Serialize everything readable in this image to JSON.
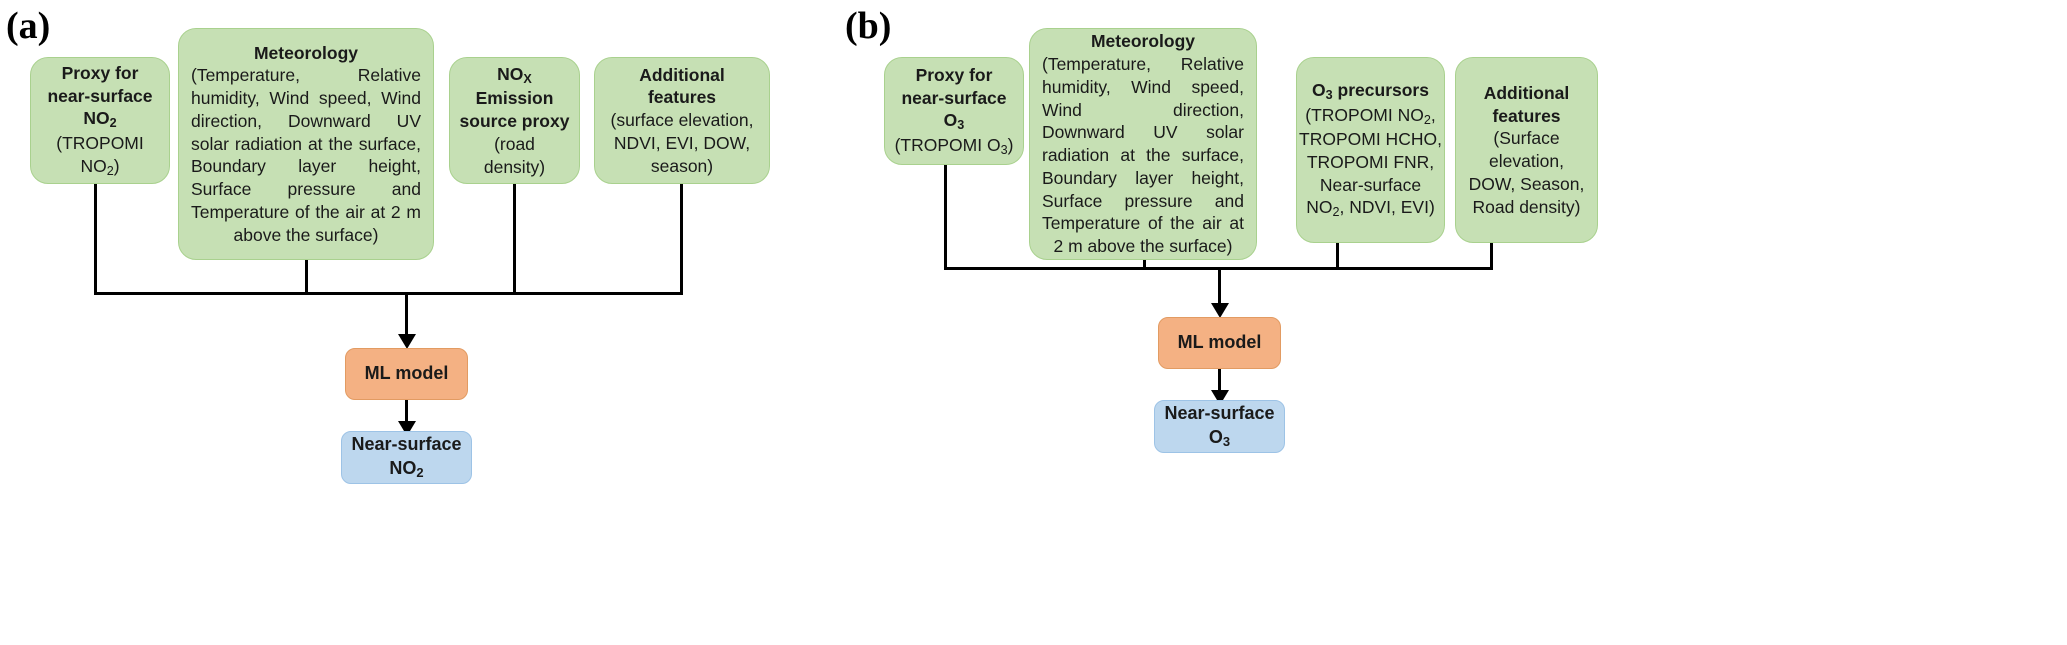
{
  "panels": [
    {
      "label": "(a)",
      "boxes": {
        "proxy": {
          "title_line1": "Proxy for",
          "title_line2": "near-surface",
          "title_line3": "NO",
          "title_line3_sub": "2",
          "sub_line1": "(TROPOMI",
          "sub_line2": "NO",
          "sub_line2_sub": "2",
          "sub_line2_tail": ")"
        },
        "meteorology": {
          "title": "Meteorology",
          "body": "(Temperature, Relative humidity, Wind speed, Wind direction, Downward UV solar radiation at the surface, Boundary layer height, Surface pressure and Temperature of the air at 2 m above the surface)"
        },
        "emission": {
          "title_line1": "NO",
          "title_line1_sub": "X",
          "title_line2": "Emission",
          "title_line3": "source proxy",
          "sub_line1": "(road",
          "sub_line2": "density)"
        },
        "additional": {
          "title_line1": "Additional",
          "title_line2": "features",
          "sub_line1": "(surface elevation,",
          "sub_line2": "NDVI, EVI, DOW,",
          "sub_line3": "season)"
        },
        "model": {
          "label": "ML model"
        },
        "output": {
          "line1": "Near-surface",
          "line2": "NO",
          "line2_sub": "2"
        }
      }
    },
    {
      "label": "(b)",
      "boxes": {
        "proxy": {
          "title_line1": "Proxy for",
          "title_line2": "near-surface",
          "title_line3": "O",
          "title_line3_sub": "3",
          "sub_line1": "(TROPOMI O",
          "sub_line1_sub": "3",
          "sub_line1_tail": ")"
        },
        "meteorology": {
          "title": "Meteorology",
          "body": "(Temperature, Relative humidity, Wind speed, Wind direction, Downward UV solar radiation at the surface, Boundary layer height, Surface pressure and Temperature of the air at 2 m above the surface)"
        },
        "precursors": {
          "title_line1": "O",
          "title_line1_sub": "3",
          "title_line1_tail": " precursors",
          "sub_line1": "(TROPOMI NO",
          "sub_line1_sub": "2",
          "sub_line1_tail": ",",
          "sub_line2": "TROPOMI HCHO,",
          "sub_line3": "TROPOMI FNR,",
          "sub_line4": "Near-surface",
          "sub_line5": "NO",
          "sub_line5_sub": "2",
          "sub_line5_tail": ", NDVI, EVI)"
        },
        "additional": {
          "title_line1": "Additional",
          "title_line2": "features",
          "sub_line1": "(Surface",
          "sub_line2": "elevation,",
          "sub_line3": "DOW, Season,",
          "sub_line4": "Road density)"
        },
        "model": {
          "label": "ML model"
        },
        "output": {
          "line1": "Near-surface",
          "line2": "O",
          "line2_sub": "3"
        }
      }
    }
  ],
  "colors": {
    "input_box": "#c6e0b4",
    "input_box_border": "#a9d18e",
    "model_box": "#f4b183",
    "model_box_border": "#e29b62",
    "output_box": "#bdd7ee",
    "output_box_border": "#9dc3e6",
    "connector": "#000000"
  }
}
